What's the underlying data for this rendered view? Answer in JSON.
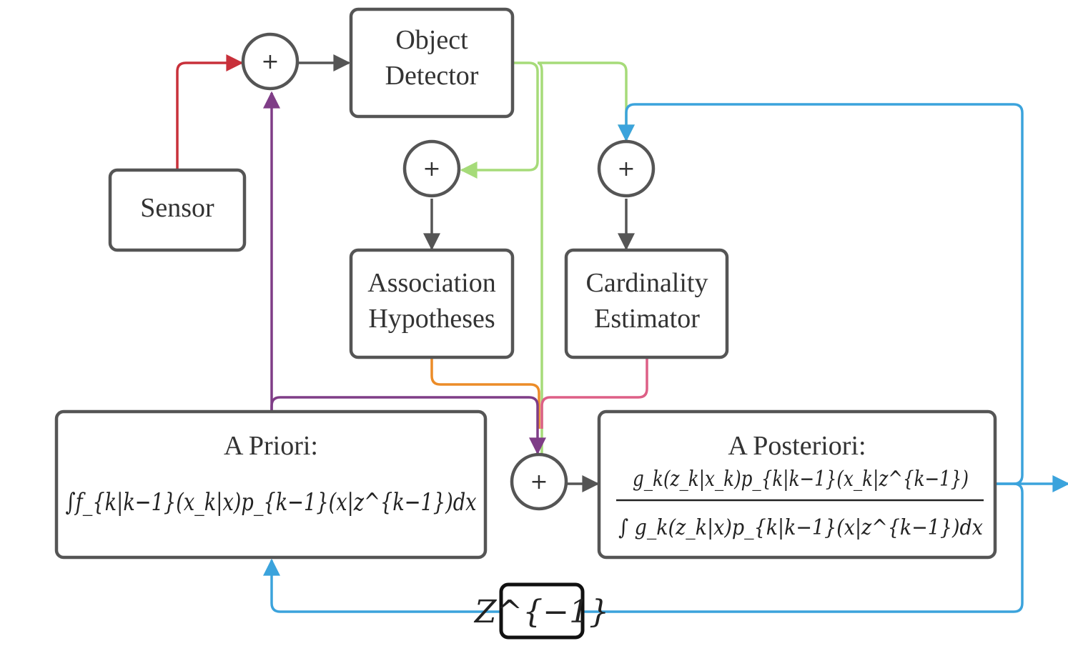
{
  "blocks": {
    "object_detector": [
      "Object",
      "Detector"
    ],
    "sensor": "Sensor",
    "association": [
      "Association",
      "Hypotheses"
    ],
    "cardinality": [
      "Cardinality",
      "Estimator"
    ],
    "a_priori": {
      "title": "A Priori:",
      "formula": "∫f_{k|k−1}(x_k|x)p_{k−1}(x|z^{k−1})dx"
    },
    "a_posteriori": {
      "title": "A Posteriori:",
      "numerator": "g_k(z_k|x_k)p_{k|k−1}(x_k|z^{k−1})",
      "denominator": "∫ g_k(z_k|x)p_{k|k−1}(x|z^{k−1})dx"
    },
    "delay": "Z^{−1}"
  },
  "summing_symbol": "+",
  "colors": {
    "sensor": "#c8303a",
    "detector": "#a6db79",
    "prior": "#7f3d87",
    "feedback": "#3ba3dc",
    "association": "#ec8c28",
    "cardinality": "#dd5f86",
    "flow": "#555555"
  }
}
